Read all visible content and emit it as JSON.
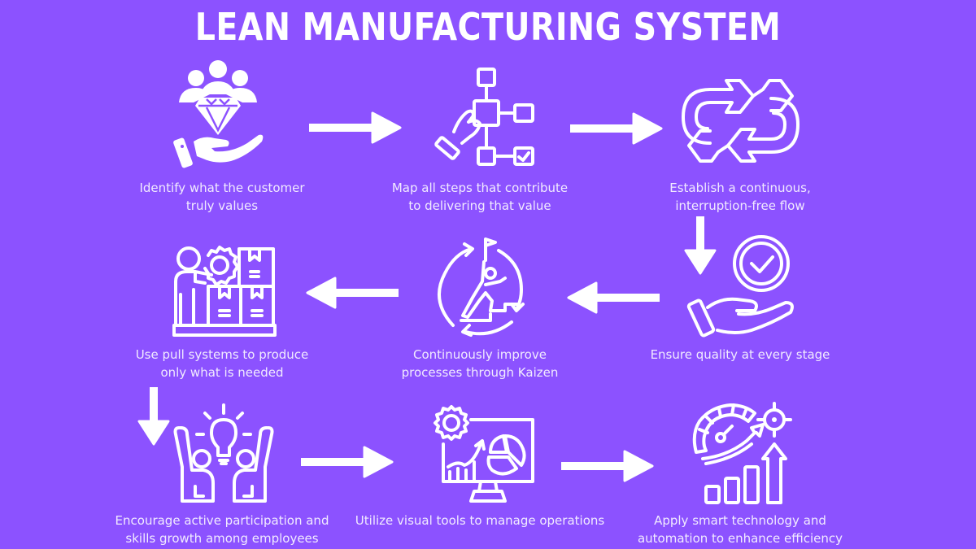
{
  "title": "LEAN MANUFACTURING SYSTEM",
  "colors": {
    "background": "#8c52ff",
    "foreground": "#ffffff",
    "caption": "#f1eaff"
  },
  "steps": [
    {
      "icon": "customer-value-icon",
      "lines": [
        "Identify what the customer",
        "truly values"
      ]
    },
    {
      "icon": "value-stream-map-icon",
      "lines": [
        "Map all steps that contribute",
        "to delivering that value"
      ]
    },
    {
      "icon": "continuous-flow-icon",
      "lines": [
        "Establish a continuous,",
        "interruption-free flow"
      ]
    },
    {
      "icon": "quality-check-icon",
      "lines": [
        "Ensure quality at every stage"
      ]
    },
    {
      "icon": "kaizen-icon",
      "lines": [
        "Continuously improve",
        "processes through Kaizen"
      ]
    },
    {
      "icon": "pull-system-icon",
      "lines": [
        "Use pull systems to produce",
        "only what is needed"
      ]
    },
    {
      "icon": "employee-participation-icon",
      "lines": [
        "Encourage active participation and",
        "skills growth among employees"
      ]
    },
    {
      "icon": "visual-management-icon",
      "lines": [
        "Utilize visual tools to manage operations"
      ]
    },
    {
      "icon": "smart-automation-icon",
      "lines": [
        "Apply smart technology and",
        "automation to enhance efficiency"
      ]
    }
  ],
  "arrows": [
    "right",
    "right",
    "down",
    "left",
    "left",
    "down",
    "right",
    "right"
  ]
}
